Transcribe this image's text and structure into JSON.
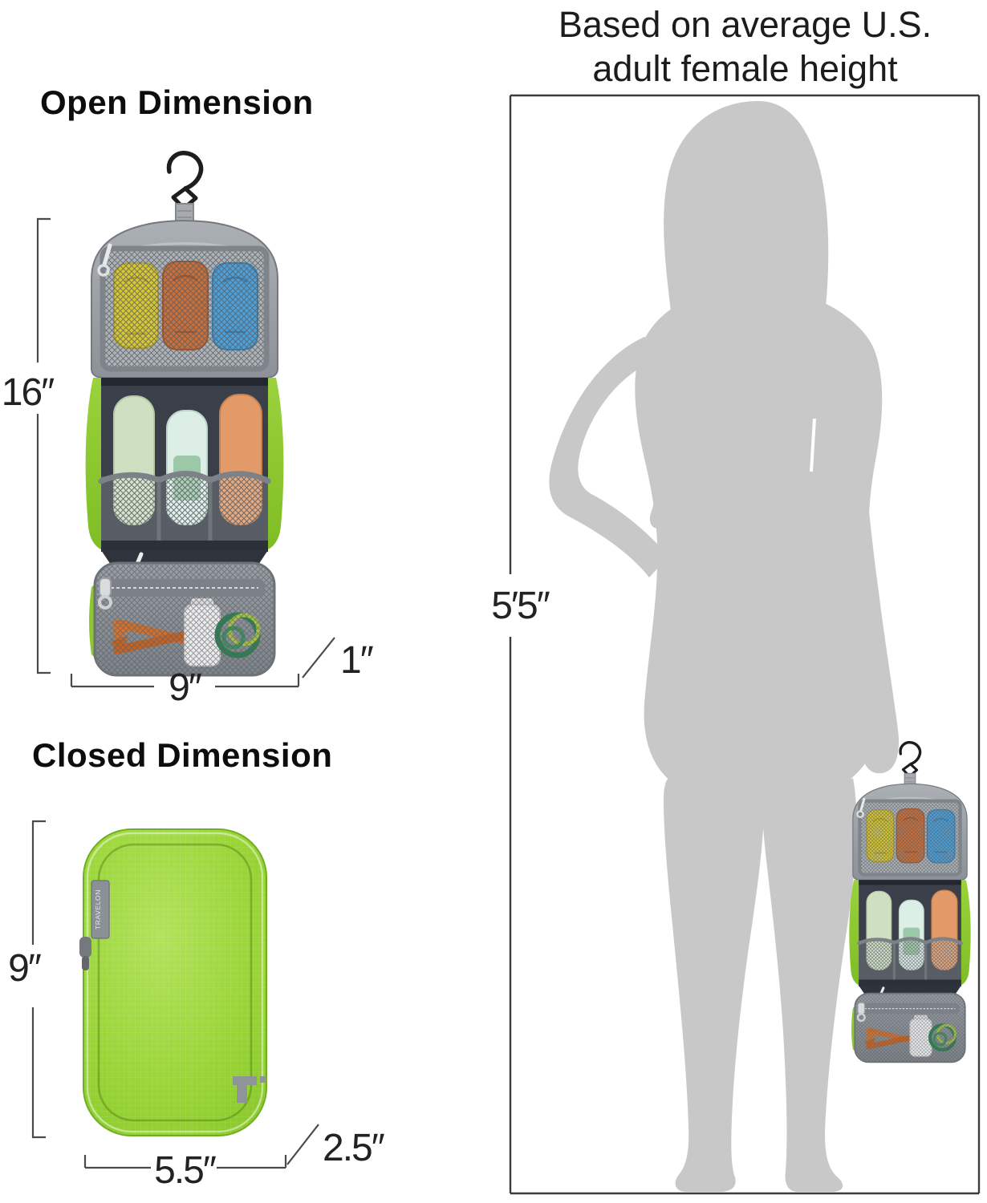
{
  "title": {
    "line1": "Based on average U.S.",
    "line2": "adult female height"
  },
  "open_section": {
    "heading": "Open Dimension",
    "height": "16″",
    "width": "9″",
    "depth": "1″"
  },
  "closed_section": {
    "heading": "Closed Dimension",
    "height": "9″",
    "width": "5.5″",
    "depth": "2.5″",
    "brand_tab": "TRAVELON"
  },
  "figure": {
    "height": "5′5″"
  },
  "colors": {
    "bag_green": "#95d133",
    "flap_gray": "#9aa0a5",
    "interior_dark": "#3a3f49",
    "silhouette_gray": "#c8c8c8",
    "dimension_line": "#4a4a4a",
    "frame_border": "#3c3c3c"
  }
}
